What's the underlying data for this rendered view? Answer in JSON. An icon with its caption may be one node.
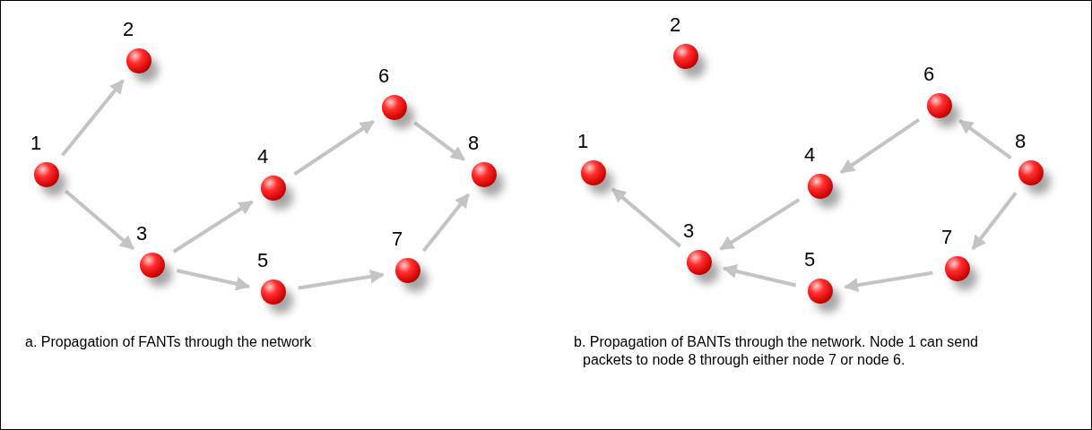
{
  "diagram": {
    "nodes": [
      {
        "text": [],
        "shape": "circle",
        "beside": [
          "1"
        ]
      },
      {
        "text": [],
        "shape": "circle",
        "beside": [
          "2"
        ]
      },
      {
        "text": [],
        "shape": "circle",
        "beside": [
          "3"
        ]
      },
      {
        "text": [],
        "shape": "circle",
        "beside": [
          "4"
        ]
      },
      {
        "text": [],
        "shape": "circle",
        "beside": [
          "5"
        ]
      },
      {
        "text": [],
        "shape": "circle",
        "beside": [
          "6"
        ]
      },
      {
        "text": [],
        "shape": "circle",
        "beside": [
          "7"
        ]
      },
      {
        "text": [],
        "shape": "circle",
        "beside": [
          "8"
        ]
      },
      {
        "text": [],
        "shape": "circle",
        "beside": [
          "1"
        ]
      },
      {
        "text": [],
        "shape": "circle",
        "beside": [
          "2"
        ]
      },
      {
        "text": [],
        "shape": "circle",
        "beside": [
          "3"
        ]
      },
      {
        "text": [],
        "shape": "circle",
        "beside": [
          "4"
        ]
      },
      {
        "text": [],
        "shape": "circle",
        "beside": [
          "5"
        ]
      },
      {
        "text": [],
        "shape": "circle",
        "beside": [
          "6"
        ]
      },
      {
        "text": [],
        "shape": "circle",
        "beside": [
          "7"
        ]
      },
      {
        "text": [],
        "shape": "circle",
        "beside": [
          "8"
        ]
      }
    ],
    "edges": [
      {
        "from": 0,
        "to": 1,
        "arrow": "to"
      },
      {
        "from": 0,
        "to": 2,
        "arrow": "to"
      },
      {
        "from": 2,
        "to": 3,
        "arrow": "to"
      },
      {
        "from": 2,
        "to": 4,
        "arrow": "to"
      },
      {
        "from": 3,
        "to": 5,
        "arrow": "to"
      },
      {
        "from": 4,
        "to": 6,
        "arrow": "to"
      },
      {
        "from": 5,
        "to": 7,
        "arrow": "to"
      },
      {
        "from": 6,
        "to": 7,
        "arrow": "to"
      },
      {
        "from": 15,
        "to": 13,
        "arrow": "to"
      },
      {
        "from": 13,
        "to": 11,
        "arrow": "to"
      },
      {
        "from": 11,
        "to": 10,
        "arrow": "to"
      },
      {
        "from": 15,
        "to": 14,
        "arrow": "to"
      },
      {
        "from": 14,
        "to": 12,
        "arrow": "to"
      },
      {
        "from": 12,
        "to": 10,
        "arrow": "to"
      },
      {
        "from": 10,
        "to": 8,
        "arrow": "to"
      }
    ],
    "labels": [
      "a. Propagation of FANTs through the network",
      "b. Propagation of BANTs through the network. Node 1 can send packets to node 8 through either node 7 or node 6."
    ]
  }
}
